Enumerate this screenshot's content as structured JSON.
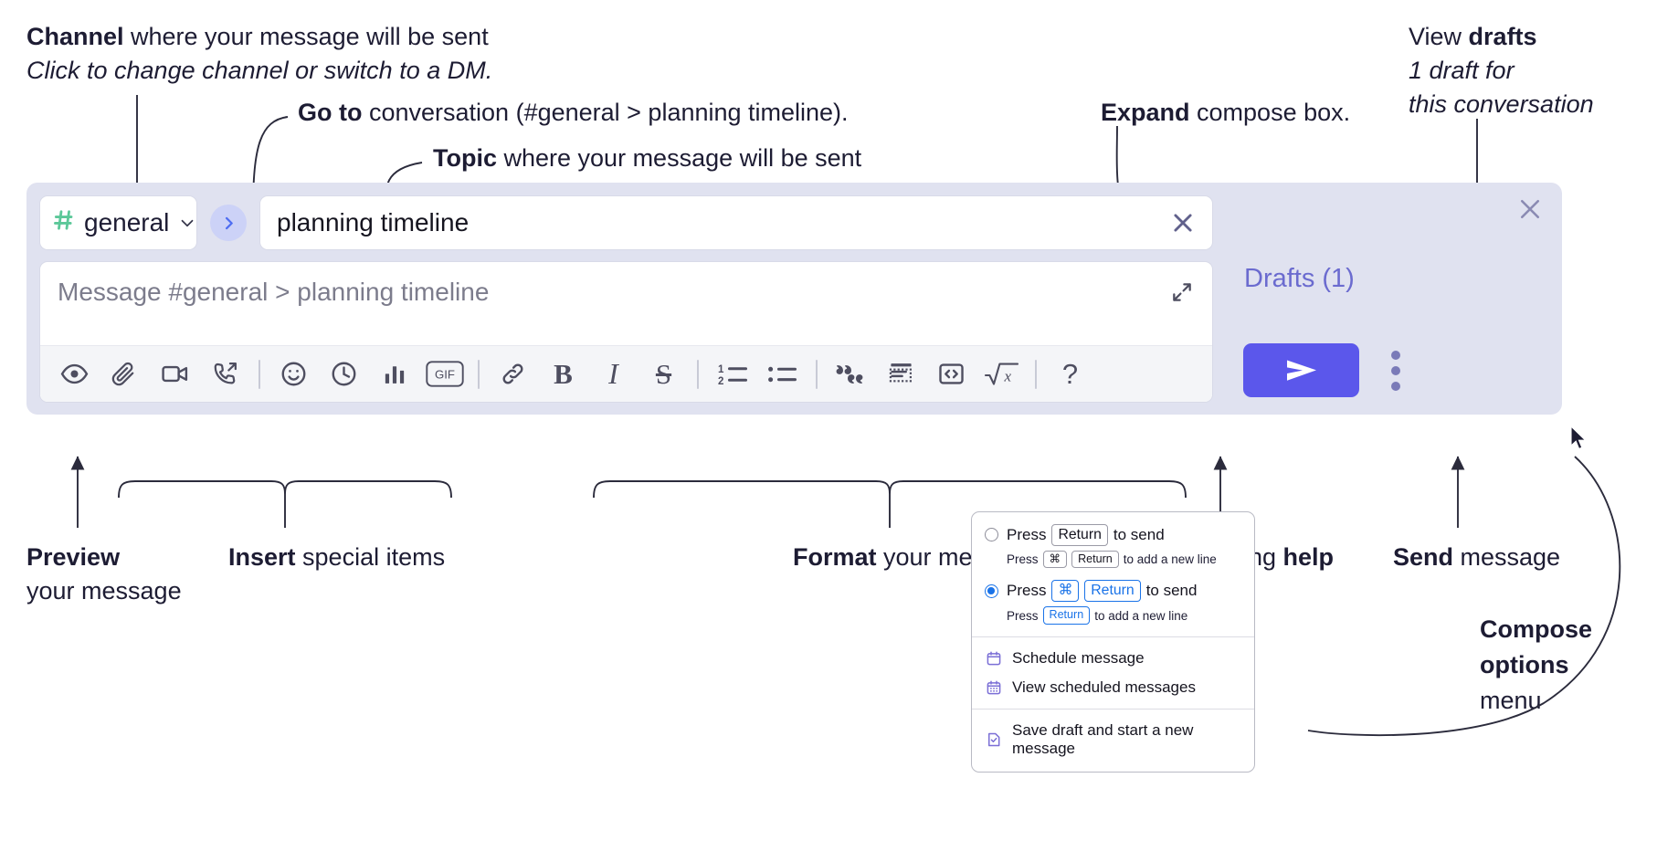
{
  "annotations": {
    "channel": {
      "title_bold": "Channel",
      "title_rest": " where your message will be sent",
      "sub": "Click to change channel or switch to a DM."
    },
    "goto": {
      "bold": "Go to",
      "rest": " conversation (#general > planning timeline)."
    },
    "topic": {
      "bold": "Topic",
      "rest": " where your message will be sent"
    },
    "expand": {
      "bold": "Expand",
      "rest": " compose box."
    },
    "drafts": {
      "bold_lead": "View ",
      "bold": "drafts",
      "sub_line1": "1 draft for",
      "sub_line2": "this conversation"
    },
    "preview": {
      "bold": "Preview",
      "line2": "your message"
    },
    "insert": {
      "bold": "Insert",
      "rest": " special items"
    },
    "format": {
      "bold": "Format",
      "rest": " your message"
    },
    "formatting_help": {
      "lead": "Formatting ",
      "bold": "help"
    },
    "send": {
      "bold": "Send",
      "rest": " message"
    },
    "compose_options": {
      "line1": "Compose",
      "line2": "options",
      "line3": "menu"
    }
  },
  "composer": {
    "channel": {
      "hash": "#",
      "name": "general",
      "chevron": "chevron-down-icon"
    },
    "goto_icon": "chevron-right-icon",
    "topic": {
      "value": "planning timeline",
      "clear_icon": "close-icon"
    },
    "message": {
      "placeholder": "Message #general > planning timeline",
      "value": ""
    },
    "expand_icon": "expand-diagonal-icon",
    "panel_close_icon": "close-icon",
    "toolbar": [
      {
        "name": "preview-button",
        "icon": "eye-icon",
        "label": "Preview"
      },
      {
        "name": "attach-button",
        "icon": "paperclip-icon",
        "label": "Attach file"
      },
      {
        "name": "video-button",
        "icon": "video-camera-icon",
        "label": "Record video clip"
      },
      {
        "name": "audio-button",
        "icon": "phone-arrow-icon",
        "label": "Record audio clip"
      },
      {
        "name": "divider-1",
        "icon": "divider",
        "label": ""
      },
      {
        "name": "emoji-button",
        "icon": "smiley-icon",
        "label": "Emoji"
      },
      {
        "name": "reminder-button",
        "icon": "clock-icon",
        "label": "Reminder"
      },
      {
        "name": "poll-button",
        "icon": "bar-chart-icon",
        "label": "Poll"
      },
      {
        "name": "gif-button",
        "icon": "gif-icon",
        "label": "GIF"
      },
      {
        "name": "divider-2",
        "icon": "divider",
        "label": ""
      },
      {
        "name": "link-button",
        "icon": "link-icon",
        "label": "Link"
      },
      {
        "name": "bold-button",
        "icon": "bold-icon",
        "label": "B"
      },
      {
        "name": "italic-button",
        "icon": "italic-icon",
        "label": "I"
      },
      {
        "name": "strikethrough-button",
        "icon": "strikethrough-icon",
        "label": "S"
      },
      {
        "name": "divider-3",
        "icon": "divider",
        "label": ""
      },
      {
        "name": "ordered-list-button",
        "icon": "ordered-list-icon",
        "label": ""
      },
      {
        "name": "bulleted-list-button",
        "icon": "bulleted-list-icon",
        "label": ""
      },
      {
        "name": "divider-4",
        "icon": "divider",
        "label": ""
      },
      {
        "name": "blockquote-button",
        "icon": "quote-icon",
        "label": ""
      },
      {
        "name": "code-block-button",
        "icon": "code-block-icon",
        "label": ""
      },
      {
        "name": "inline-code-button",
        "icon": "code-brackets-icon",
        "label": ""
      },
      {
        "name": "math-button",
        "icon": "square-root-icon",
        "label": ""
      },
      {
        "name": "divider-5",
        "icon": "divider",
        "label": ""
      },
      {
        "name": "formatting-help-button",
        "icon": "question-mark-icon",
        "label": "?"
      }
    ],
    "drafts_label": "Drafts (1)",
    "send_icon": "paper-plane-icon",
    "compose_options_icon": "kebab-menu-icon"
  },
  "compose_menu": {
    "options": [
      {
        "selected": false,
        "main": {
          "lead": "Press",
          "key": "Return",
          "tail": "to send"
        },
        "sub": {
          "lead": "Press",
          "key1": "⌘",
          "key2": "Return",
          "tail": "to add a new line"
        }
      },
      {
        "selected": true,
        "main": {
          "lead": "Press",
          "key1": "⌘",
          "key2": "Return",
          "tail": "to send"
        },
        "sub": {
          "lead": "Press",
          "key": "Return",
          "tail": "to add a new line"
        }
      }
    ],
    "items": [
      {
        "icon": "calendar-icon",
        "label": "Schedule message"
      },
      {
        "icon": "calendar-grid-icon",
        "label": "View scheduled messages"
      },
      {
        "icon": "document-check-icon",
        "label": "Save draft and start a new message"
      }
    ]
  },
  "colors": {
    "panel_bg": "#e0e2f0",
    "accent_purple": "#5b57eb",
    "drafts_text": "#6b6bcf",
    "hash_green": "#5cc899",
    "goto_blue": "#4f6ef2",
    "radio_blue": "#1a73e8",
    "menu_icon_purple": "#7b6fd6",
    "text_dark": "#1d1c33"
  }
}
